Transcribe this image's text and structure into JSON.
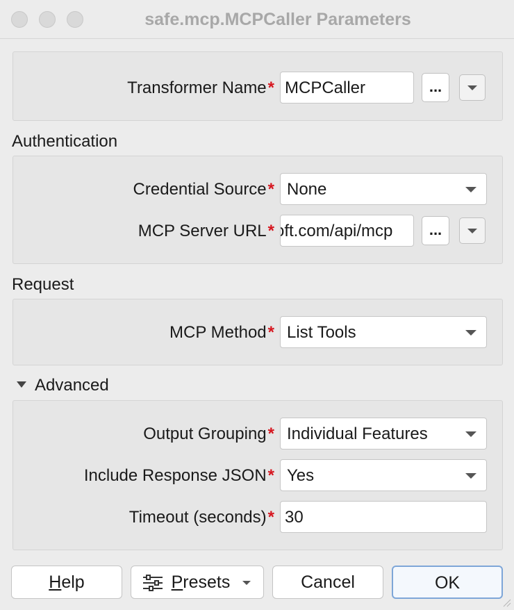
{
  "window": {
    "title": "safe.mcp.MCPCaller Parameters"
  },
  "general": {
    "transformer_name_label": "Transformer Name",
    "transformer_name_value": "MCPCaller",
    "required_mark": "*",
    "dots_label": "..."
  },
  "authentication": {
    "section_label": "Authentication",
    "credential_source_label": "Credential Source",
    "credential_source_value": "None",
    "server_url_label": "MCP Server URL",
    "server_url_value": "oft.com/api/mcp"
  },
  "request": {
    "section_label": "Request",
    "method_label": "MCP Method",
    "method_value": "List Tools"
  },
  "advanced": {
    "section_label": "Advanced",
    "output_grouping_label": "Output Grouping",
    "output_grouping_value": "Individual Features",
    "include_json_label": "Include Response JSON",
    "include_json_value": "Yes",
    "timeout_label": "Timeout (seconds)",
    "timeout_value": "30"
  },
  "buttons": {
    "help_first": "H",
    "help_rest": "elp",
    "presets_first": "P",
    "presets_rest": "resets",
    "cancel": "Cancel",
    "ok": "OK"
  },
  "icons": {
    "close": "traffic-light-close-icon",
    "minimize": "traffic-light-minimize-icon",
    "zoom": "traffic-light-zoom-icon",
    "presets": "sliders-icon",
    "disclosure": "triangle-down-icon"
  }
}
